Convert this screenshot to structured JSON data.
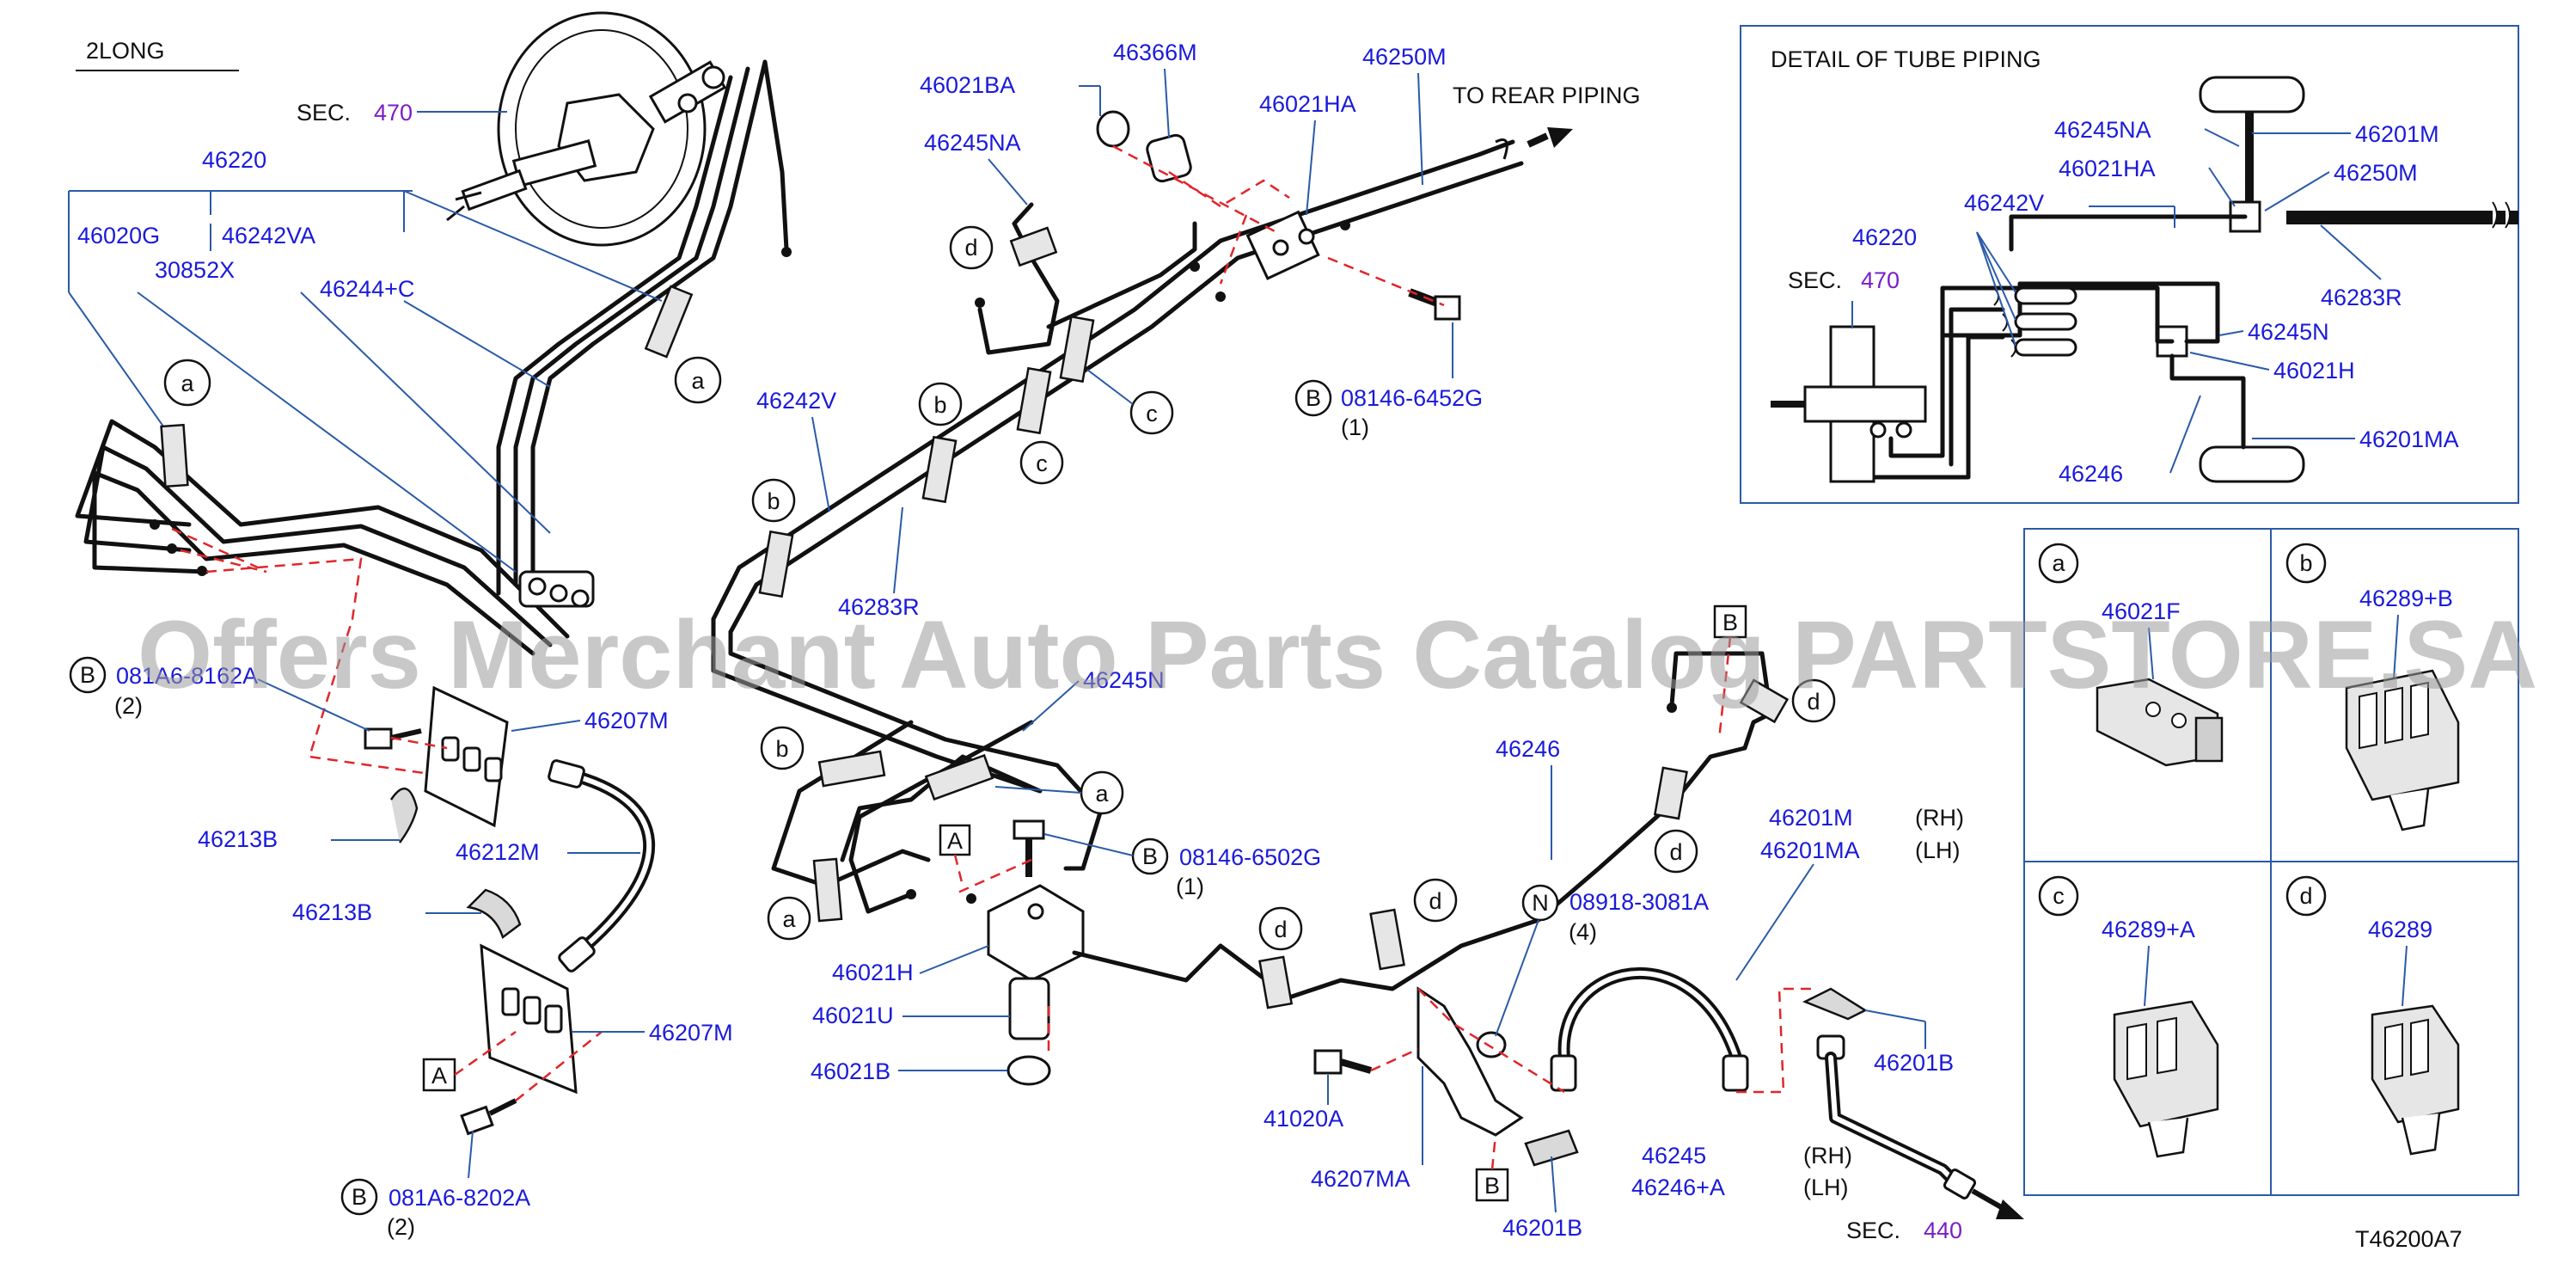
{
  "header": {
    "model_code": "2LONG",
    "figure_code": "T46200A7"
  },
  "watermark": "Offers Merchant Auto Parts Catalog PARTSTORE.SA",
  "colors": {
    "part_number": "#1a1adb",
    "section_ref": "#7a1ec7",
    "dash_line": "#e0262b",
    "leader": "#2a5aa8"
  },
  "main": {
    "sec_prefix": "SEC.",
    "sec_470": "470",
    "sec_440": "440",
    "to_rear_piping": "TO  REAR  PIPING",
    "p46220": "46220",
    "p46020G": "46020G",
    "p46242VA": "46242VA",
    "p30852X": "30852X",
    "p46244C": "46244+C",
    "p46021BA": "46021BA",
    "p46366M": "46366M",
    "p46250M": "46250M",
    "p46021HA": "46021HA",
    "p46245NA": "46245NA",
    "p46242V": "46242V",
    "p46283R": "46283R",
    "p46245N": "46245N",
    "bolt_08146_6452G": "08146-6452G",
    "qty_1_a": "(1)",
    "bolt_081A6_8162A": "081A6-8162A",
    "qty_2_a": "(2)",
    "p46207M_top": "46207M",
    "p46213B_1": "46213B",
    "p46212M": "46212M",
    "p46213B_2": "46213B",
    "p46207M_bot": "46207M",
    "bolt_081A6_8202A": "081A6-8202A",
    "qty_2_b": "(2)",
    "bolt_08146_6502G": "08146-6502G",
    "qty_1_b": "(1)",
    "p46021H": "46021H",
    "p46021U": "46021U",
    "p46021B": "46021B",
    "p46246": "46246",
    "nut_08918_3081A": "08918-3081A",
    "qty_4": "(4)",
    "p41020A": "41020A",
    "p46207MA": "46207MA",
    "p46201B_bot": "46201B",
    "p46201M": "46201M",
    "p46201MA": "46201MA",
    "rh": "(RH)",
    "lh": "(LH)",
    "p46201B_right": "46201B",
    "p46245": "46245",
    "p46246A": "46246+A",
    "rh2": "(RH)",
    "lh2": "(LH)",
    "callout_a": "a",
    "callout_b": "b",
    "callout_c": "c",
    "callout_d": "d",
    "box_A": "A",
    "box_B": "B",
    "circle_B": "B",
    "circle_N": "N"
  },
  "detail": {
    "title": "DETAIL  OF  TUBE  PIPING",
    "p46245NA": "46245NA",
    "p46201M": "46201M",
    "p46021HA": "46021HA",
    "p46250M": "46250M",
    "p46242V": "46242V",
    "p46220": "46220",
    "sec_prefix": "SEC.",
    "sec_470": "470",
    "p46283R": "46283R",
    "p46245N": "46245N",
    "p46021H": "46021H",
    "p46201MA": "46201MA",
    "p46246": "46246"
  },
  "clips": [
    {
      "letter": "a",
      "part": "46021F"
    },
    {
      "letter": "b",
      "part": "46289+B"
    },
    {
      "letter": "c",
      "part": "46289+A"
    },
    {
      "letter": "d",
      "part": "46289"
    }
  ]
}
